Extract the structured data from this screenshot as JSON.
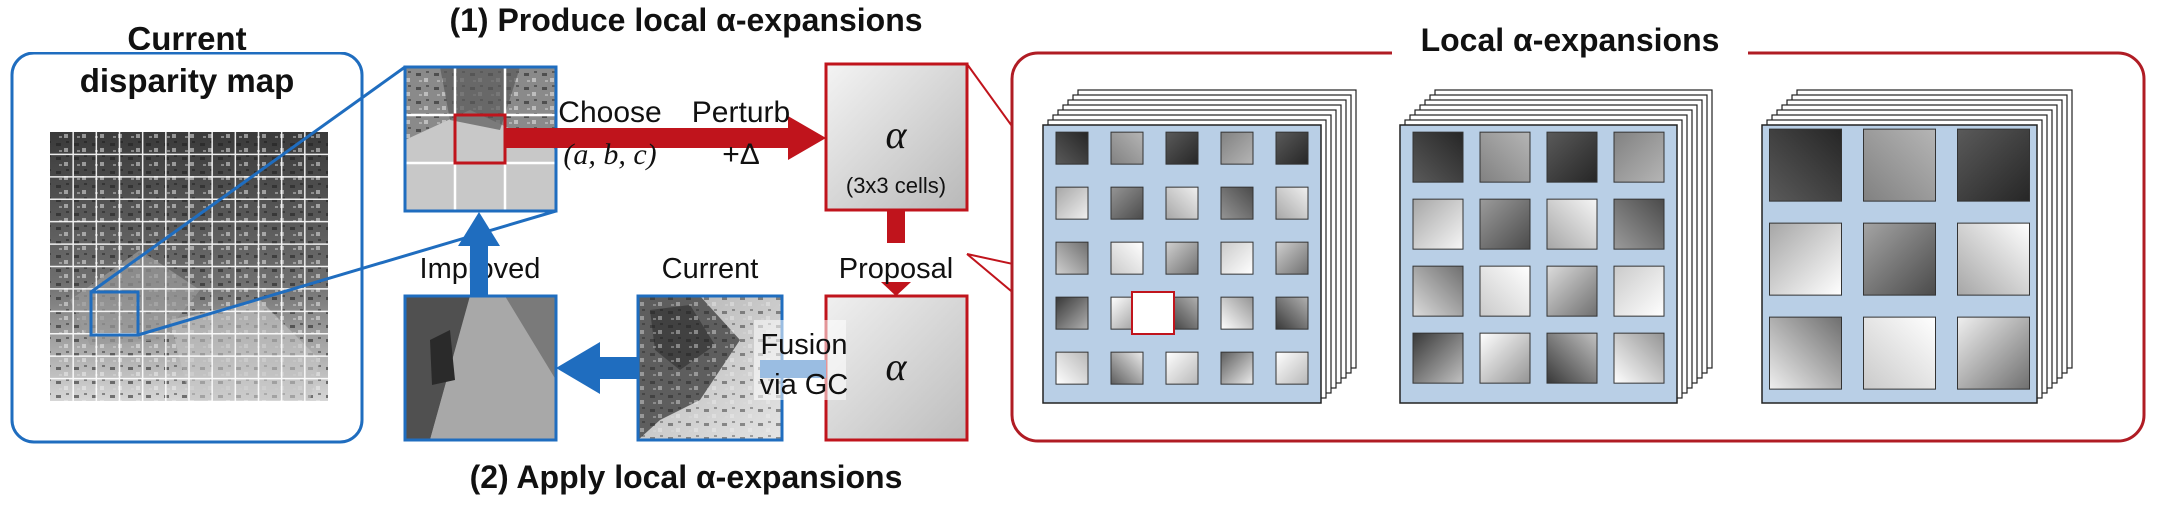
{
  "current_map": {
    "title_line1": "Current",
    "title_line2": "disparity map"
  },
  "step1": {
    "title": "(1) Produce local α-expansions"
  },
  "step2": {
    "title": "(2) Apply local α-expansions"
  },
  "produce": {
    "choose_label": "Choose",
    "params_label": "(a, b, c)",
    "perturb_label": "Perturb",
    "delta_label": "+Δ",
    "alpha_symbol": "α",
    "cells_label": "(3x3 cells)"
  },
  "apply": {
    "proposal_label": "Proposal",
    "alpha_symbol": "α",
    "fusion_line1": "Fusion",
    "fusion_line2": "via GC",
    "current_label": "Current",
    "improved_label": "Improved"
  },
  "local_panel": {
    "title": "Local α-expansions"
  },
  "colors": {
    "blue": "#1f6dbf",
    "red": "#c0141c",
    "grid_fill": "#b9cfe6",
    "frame_red": "#b01c24"
  }
}
